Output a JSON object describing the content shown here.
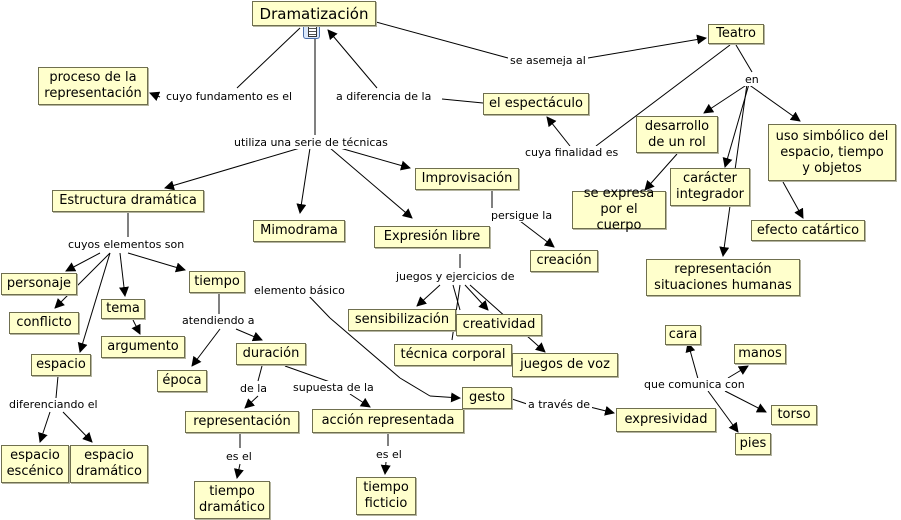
{
  "nodes": [
    {
      "id": "root",
      "text": "Dramatización"
    },
    {
      "id": "proceso",
      "text": "proceso de la\nrepresentación"
    },
    {
      "id": "teatro",
      "text": "Teatro"
    },
    {
      "id": "espectaculo",
      "text": "el espectáculo"
    },
    {
      "id": "desarrollo",
      "text": "desarrollo\nde un rol"
    },
    {
      "id": "simbolico",
      "text": "uso simbólico del\nespacio, tiempo\ny objetos"
    },
    {
      "id": "caracter",
      "text": "carácter\nintegrador"
    },
    {
      "id": "expresa",
      "text": "se expresa\npor el cuerpo"
    },
    {
      "id": "catartico",
      "text": "efecto catártico"
    },
    {
      "id": "situaciones",
      "text": "representación\nsituaciones humanas"
    },
    {
      "id": "improvisacion",
      "text": "Improvisación"
    },
    {
      "id": "creacion",
      "text": "creación"
    },
    {
      "id": "estructura",
      "text": "Estructura dramática"
    },
    {
      "id": "mimodrama",
      "text": "Mimodrama"
    },
    {
      "id": "expresion",
      "text": "Expresión libre"
    },
    {
      "id": "personaje",
      "text": "personaje"
    },
    {
      "id": "conflicto",
      "text": "conflicto"
    },
    {
      "id": "tema",
      "text": "tema"
    },
    {
      "id": "argumento",
      "text": "argumento"
    },
    {
      "id": "tiempo",
      "text": "tiempo"
    },
    {
      "id": "espacio",
      "text": "espacio"
    },
    {
      "id": "epoca",
      "text": "época"
    },
    {
      "id": "duracion",
      "text": "duración"
    },
    {
      "id": "escenico",
      "text": "espacio\nescénico"
    },
    {
      "id": "dramatico",
      "text": "espacio\ndramático"
    },
    {
      "id": "representacion",
      "text": "representación"
    },
    {
      "id": "accion",
      "text": "acción representada"
    },
    {
      "id": "tdramatico",
      "text": "tiempo\ndramático"
    },
    {
      "id": "tficticio",
      "text": "tiempo\nficticio"
    },
    {
      "id": "sensibilizacion",
      "text": "sensibilización"
    },
    {
      "id": "creatividad",
      "text": "creatividad"
    },
    {
      "id": "tecnica",
      "text": "técnica corporal"
    },
    {
      "id": "juegosvoz",
      "text": "juegos de voz"
    },
    {
      "id": "gesto",
      "text": "gesto"
    },
    {
      "id": "expresividad",
      "text": "expresividad"
    },
    {
      "id": "cara",
      "text": "cara"
    },
    {
      "id": "manos",
      "text": "manos"
    },
    {
      "id": "torso",
      "text": "torso"
    },
    {
      "id": "pies",
      "text": "pies"
    }
  ],
  "links": [
    {
      "id": "fundamento",
      "text": "cuyo fundamento es el"
    },
    {
      "id": "asemeja",
      "text": "se asemeja al"
    },
    {
      "id": "diferencia",
      "text": "a diferencia de la"
    },
    {
      "id": "en",
      "text": "en"
    },
    {
      "id": "finalidad",
      "text": "cuya finalidad es"
    },
    {
      "id": "tecnicas",
      "text": "utiliza una serie de técnicas"
    },
    {
      "id": "persigue",
      "text": "persigue la"
    },
    {
      "id": "elementos",
      "text": "cuyos elementos son"
    },
    {
      "id": "juegos",
      "text": "juegos y ejercicios de"
    },
    {
      "id": "elemento",
      "text": "elemento básico"
    },
    {
      "id": "atendiendo",
      "text": "atendiendo a"
    },
    {
      "id": "diferenciando",
      "text": "diferenciando el"
    },
    {
      "id": "dela",
      "text": "de la"
    },
    {
      "id": "supuesta",
      "text": "supuesta de la"
    },
    {
      "id": "esel1",
      "text": "es el"
    },
    {
      "id": "esel2",
      "text": "es el"
    },
    {
      "id": "atraves",
      "text": "a través de"
    },
    {
      "id": "comunica",
      "text": "que comunica con"
    }
  ]
}
